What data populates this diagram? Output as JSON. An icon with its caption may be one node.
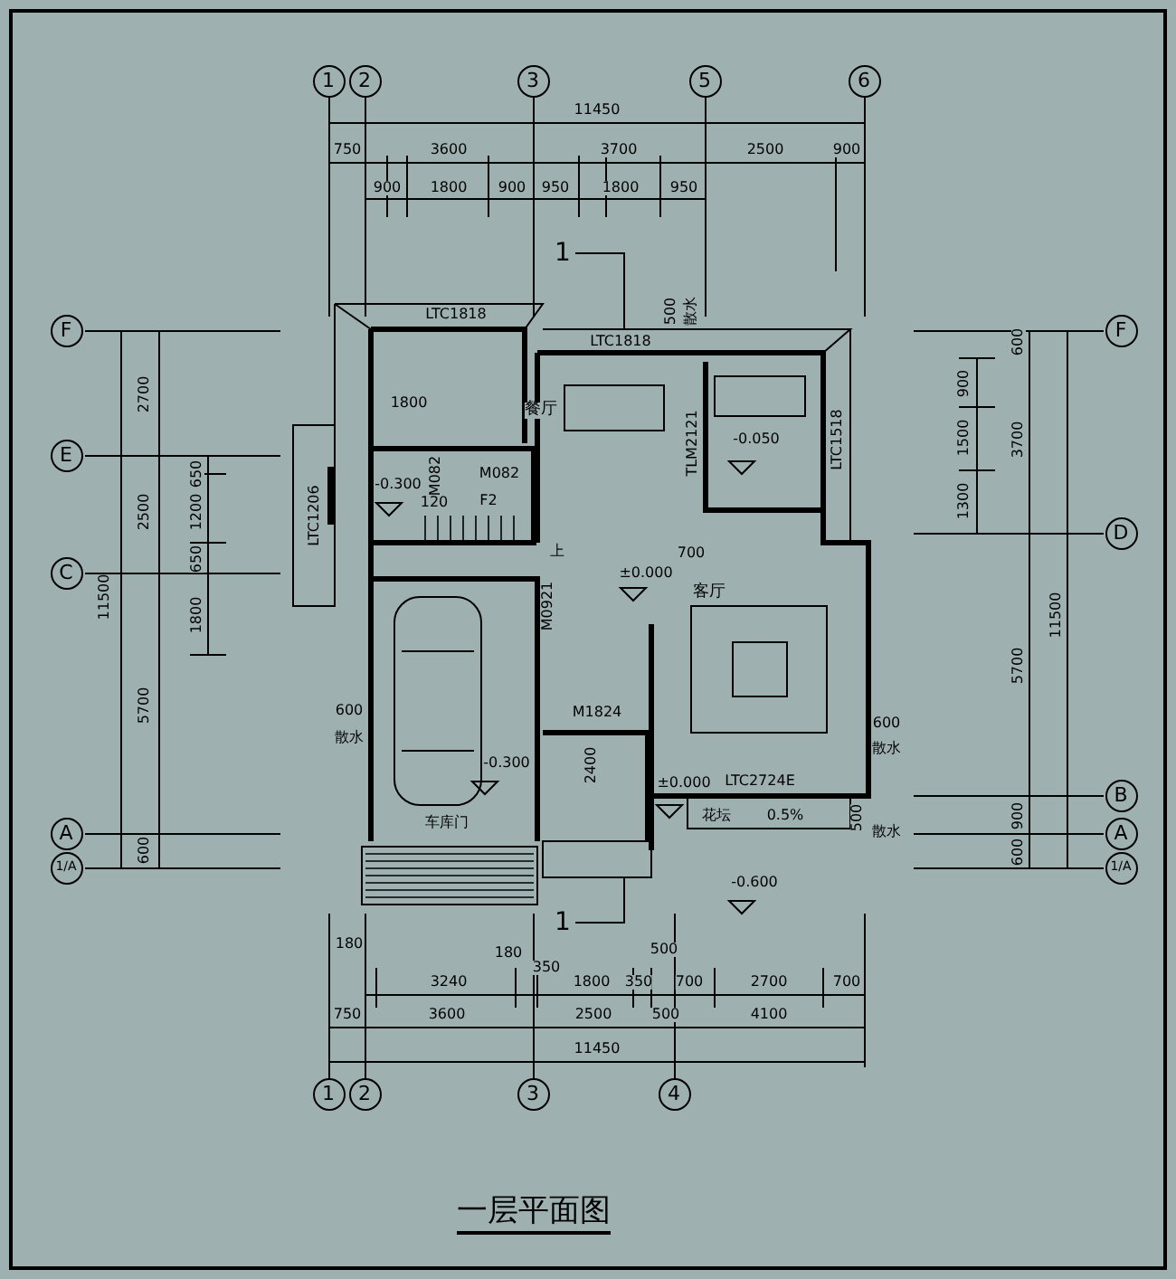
{
  "diagram": {
    "title": "一层平面图",
    "labels": [
      "1",
      "2",
      "3",
      "5",
      "6",
      "11450",
      "750",
      "3600",
      "3700",
      "2500",
      "900",
      "900",
      "1800",
      "900",
      "950",
      "1800",
      "950",
      "1",
      "F",
      "2700",
      "E",
      "2500",
      "C",
      "11500",
      "5700",
      "A",
      "600",
      "1/A",
      "650",
      "1200",
      "650",
      "1800",
      "LTC1818",
      "LTC1818",
      "500",
      "散水",
      "1800",
      "餐厅",
      "LTC1206",
      "TLM2121",
      "-0.050",
      "LTC1518",
      "-0.300",
      "M082",
      "M082",
      "120",
      "F2",
      "上",
      "700",
      "±0.000",
      "客厅",
      "M0921",
      "600",
      "散水",
      "M1824",
      "600",
      "散水",
      "-0.300",
      "2400",
      "±0.000",
      "LTC2724E",
      "车库门",
      "花坛",
      "0.5%",
      "500",
      "散水",
      "-0.600",
      "1",
      "F",
      "600",
      "900",
      "1500",
      "3700",
      "1300",
      "D",
      "11500",
      "5700",
      "B",
      "900",
      "A",
      "600",
      "1/A",
      "180",
      "180",
      "500",
      "350",
      "3240",
      "1800",
      "350",
      "700",
      "2700",
      "700",
      "750",
      "3600",
      "2500",
      "500",
      "4100",
      "11450",
      "1",
      "2",
      "3",
      "4"
    ]
  }
}
